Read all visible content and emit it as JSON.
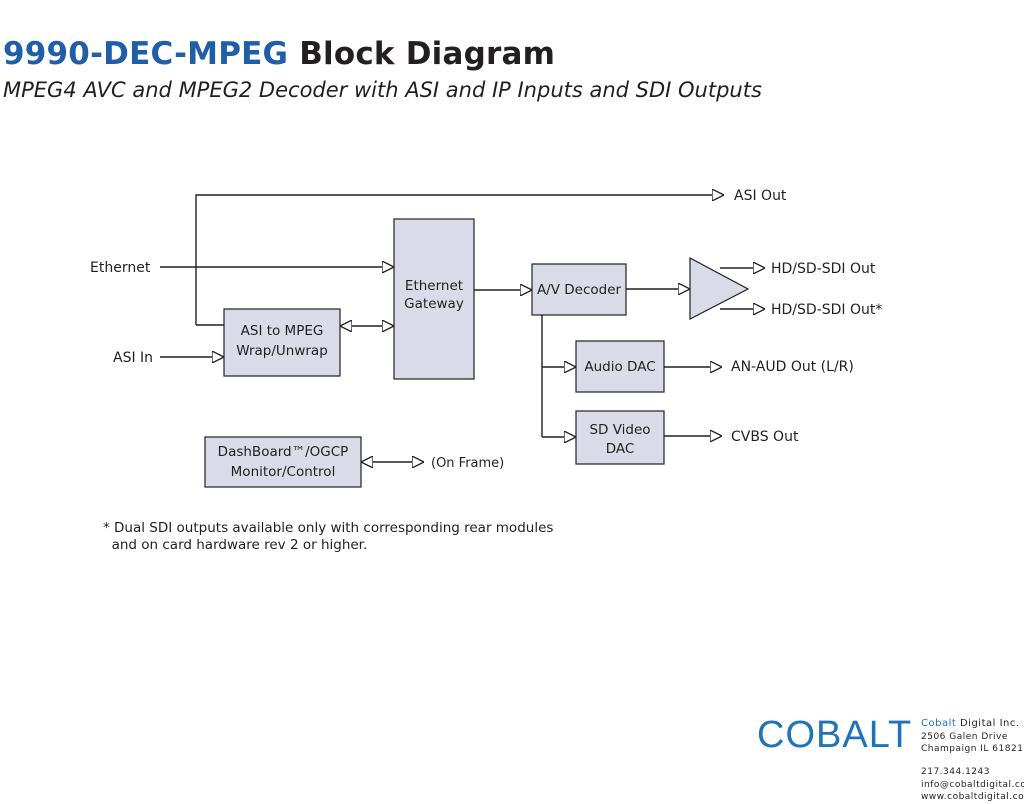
{
  "title": {
    "model": "9990-DEC-MPEG",
    "rest": "Block Diagram"
  },
  "subtitle": "MPEG4 AVC and MPEG2 Decoder with ASI and IP Inputs and SDI Outputs",
  "blocks": {
    "ethernet_gateway": [
      "Ethernet",
      "Gateway"
    ],
    "asi_to_mpeg": [
      "ASI to MPEG",
      "Wrap/Unwrap"
    ],
    "av_decoder": "A/V Decoder",
    "audio_dac": "Audio DAC",
    "sd_video_dac": [
      "SD Video",
      "DAC"
    ],
    "dashboard": [
      "DashBoard™/OGCP",
      "Monitor/Control"
    ]
  },
  "signals": {
    "asi_out": "ASI Out",
    "ethernet": "Ethernet",
    "asi_in": "ASI In",
    "hd_sdi_out_1": "HD/SD-SDI Out",
    "hd_sdi_out_2": "HD/SD-SDI Out*",
    "an_aud_out": "AN-AUD Out (L/R)",
    "cvbs_out": "CVBS Out",
    "on_frame": "(On Frame)"
  },
  "footnote": [
    "* Dual SDI outputs available only with corresponding rear modules",
    "  and on card hardware rev 2 or higher."
  ],
  "company": {
    "logo": "COBALT",
    "name_a": "Cobalt",
    "name_b": " Digital Inc.",
    "address1": "2506 Galen Drive",
    "address2": "Champaign IL 61821",
    "phone": "217.344.1243",
    "email": "info@cobaltdigital.com",
    "web": "www.cobaltdigital.com"
  },
  "colors": {
    "block_fill": "#d9dbe8",
    "brand_blue": "#1f5ea8",
    "logo_blue": "#1f73b7"
  }
}
